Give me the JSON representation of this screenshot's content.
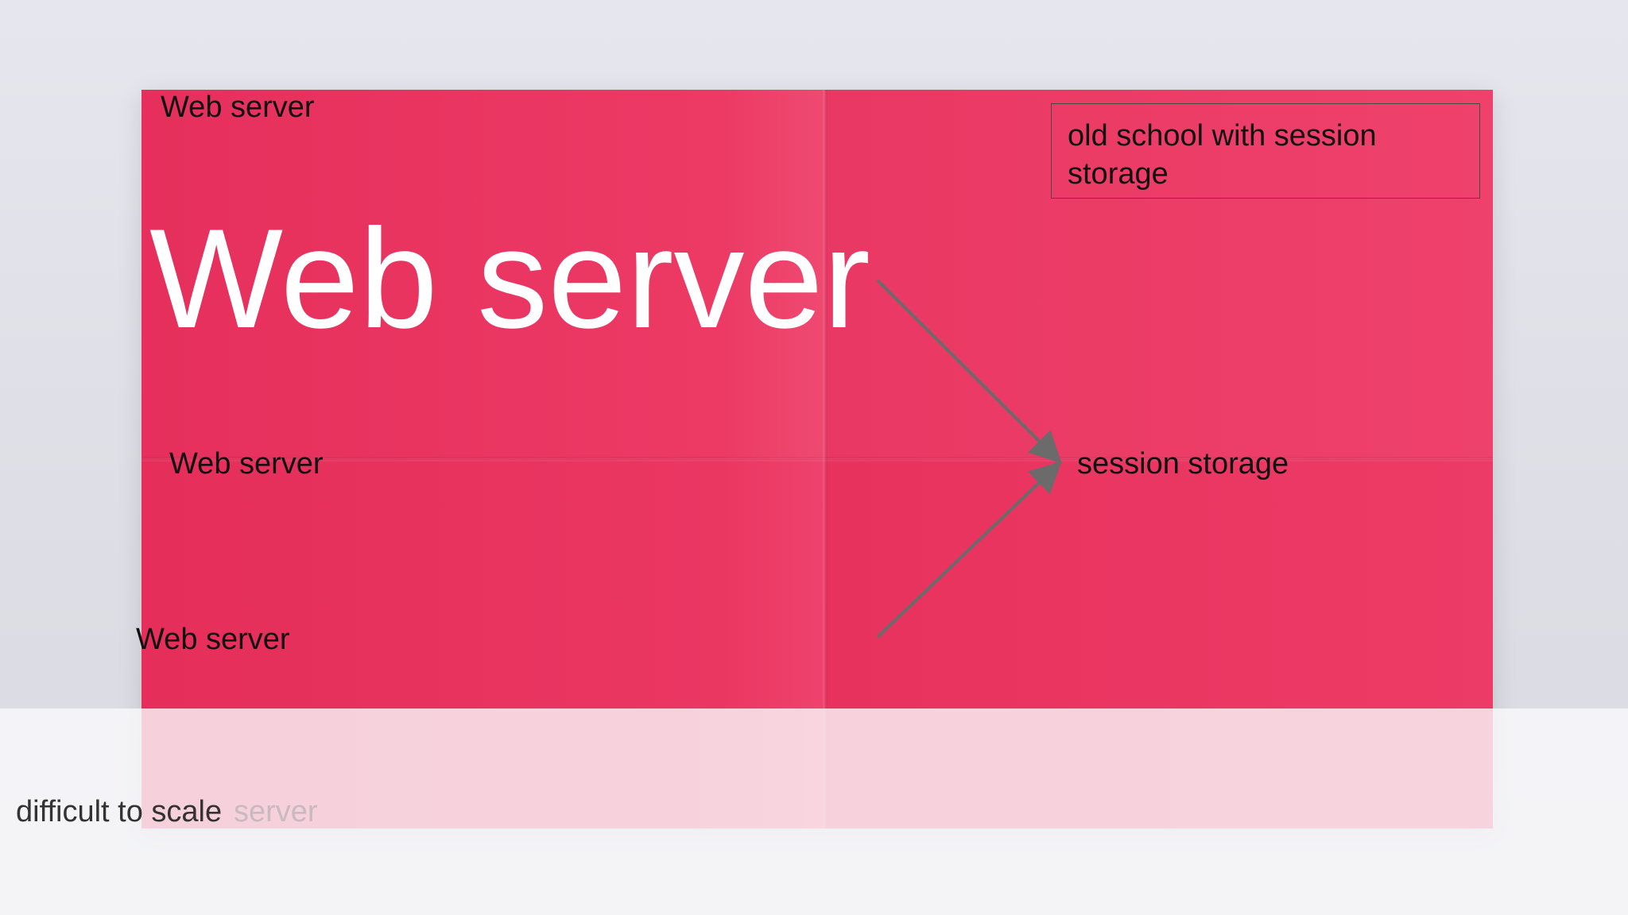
{
  "diagram": {
    "title": "Web server",
    "labels": {
      "top_left": "Web server",
      "middle_left": "Web server",
      "lower_left": "Web server",
      "bottom_faded": "server",
      "target": "session storage"
    },
    "note": "old school with session storage",
    "caption": "difficult to scale",
    "colors": {
      "paper": "#e83560",
      "title_text": "#ffffff",
      "label_text": "#111111",
      "arrow": "#6b6b6b",
      "background": "#e7e8ee"
    }
  }
}
